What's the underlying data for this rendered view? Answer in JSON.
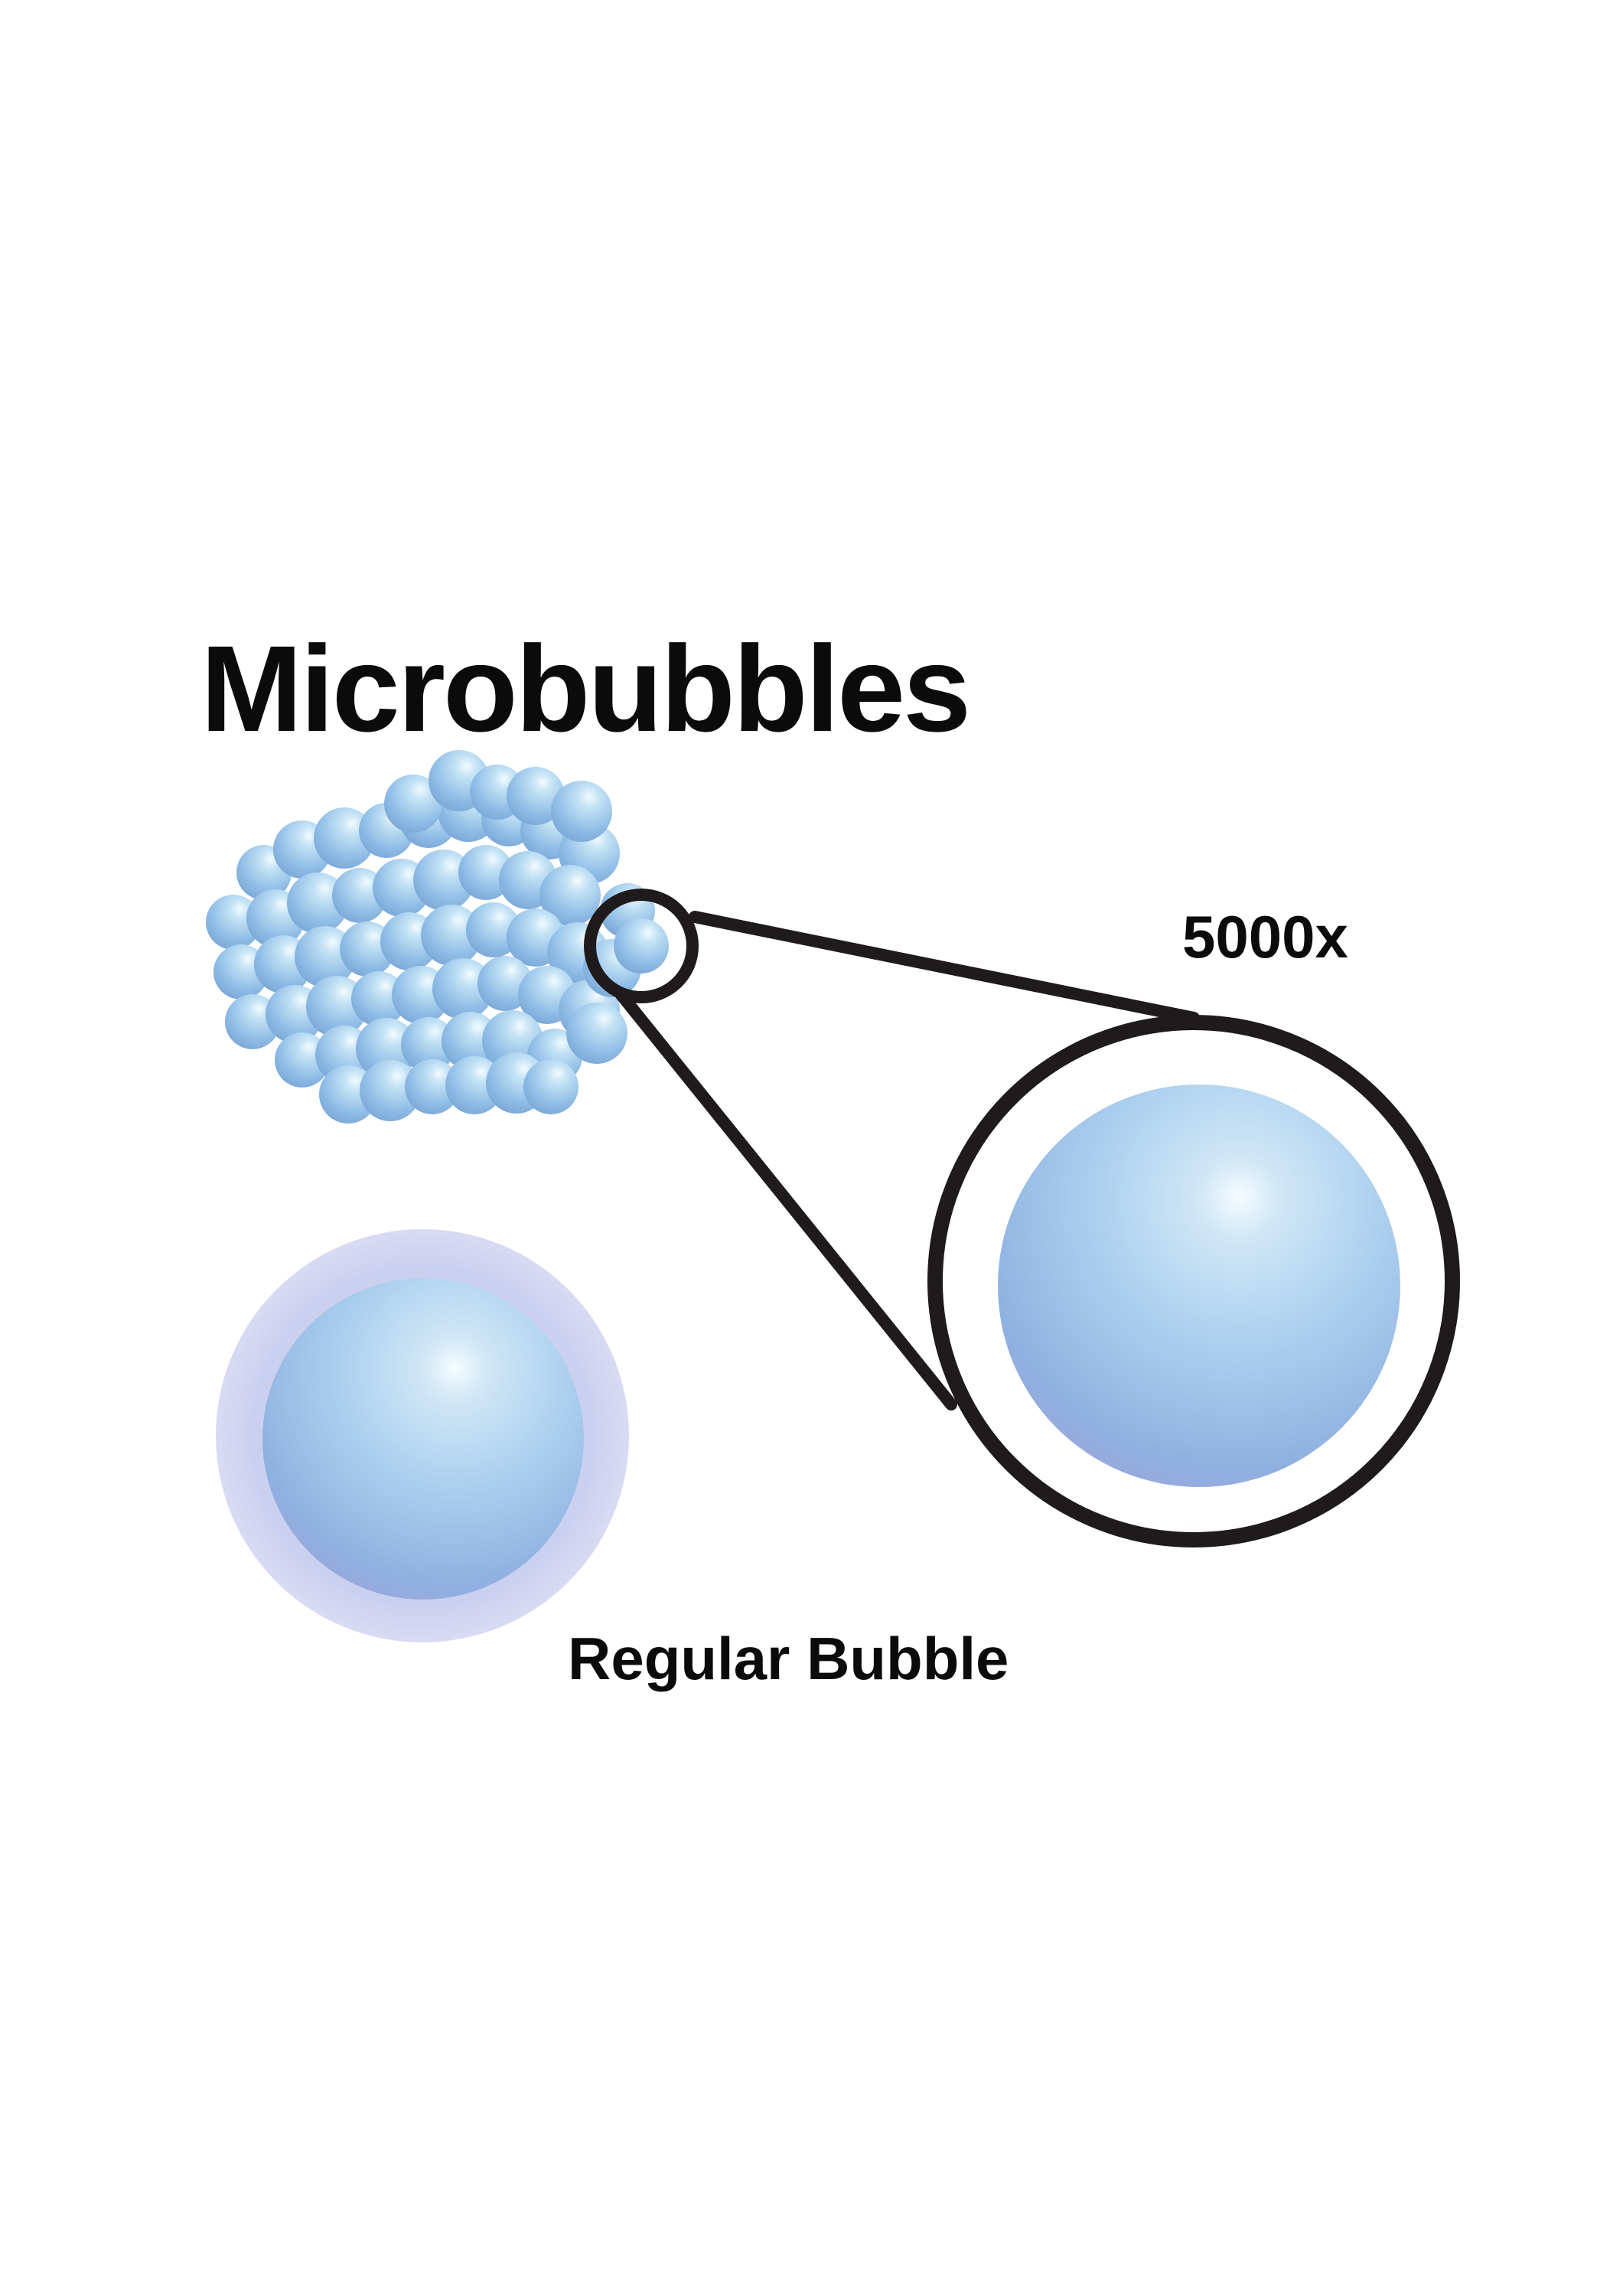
{
  "diagram": {
    "title": "Microbubbles",
    "magnification_label": "5000x",
    "regular_bubble_label": "Regular Bubble"
  },
  "colors": {
    "bubble_highlight": "#f4fbff",
    "bubble_light": "#b3d6ee",
    "bubble_mid": "#8fb7e2",
    "bubble_shadow": "#a99ed6",
    "halo": "#c9cdee",
    "outline": "#1f1a1b",
    "text": "#0b0b0b"
  }
}
